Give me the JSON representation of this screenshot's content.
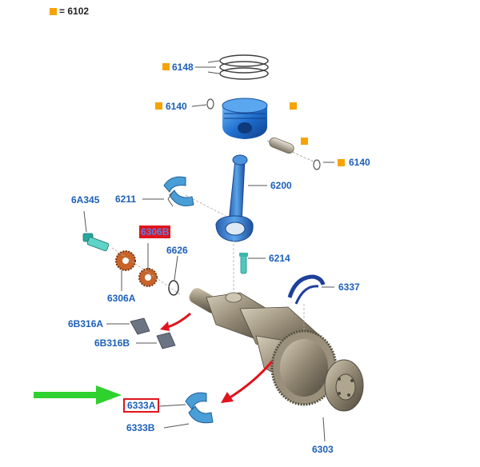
{
  "colors": {
    "label": "#1d5fb8",
    "callout_square": "#f5a300",
    "highlight": "#e0141e",
    "arrow_green": "#2fd12f",
    "arrow_red": "#e0141e",
    "part_blue": "#2a7fd6",
    "bearing_blue": "#4a9ed8",
    "crank_grey": "#9a8f7c",
    "gear_orange": "#c8642a"
  },
  "legend": {
    "prefix": "=",
    "code": "6102"
  },
  "labels": {
    "l6148": "6148",
    "l6140a": "6140",
    "l6140b": "6140",
    "l6211": "6211",
    "l6200": "6200",
    "l6A345": "6A345",
    "l6306B": "6306B",
    "l6626": "6626",
    "l6214": "6214",
    "l6306A": "6306A",
    "l6337": "6337",
    "l6B316A": "6B316A",
    "l6B316B": "6B316B",
    "l6333A": "6333A",
    "l6333B": "6333B",
    "l6303": "6303"
  }
}
